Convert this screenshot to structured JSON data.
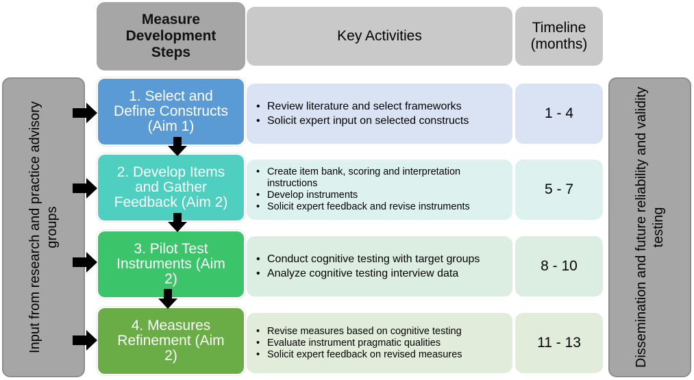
{
  "headers": {
    "steps": "Measure Development Steps",
    "activities": "Key Activities",
    "timeline": "Timeline (months)"
  },
  "left_side_label": "Input from research and practice advisory groups",
  "right_side_label": "Dissemination and future reliability and validity testing",
  "steps": [
    {
      "label": "1. Select and Define Constructs (Aim 1)",
      "color": "#5b9bd5",
      "activities": [
        "Review literature and select frameworks",
        "Solicit expert input on selected constructs"
      ],
      "timeline": "1 - 4",
      "panel_color": "#dae3f3"
    },
    {
      "label": "2. Develop Items and Gather Feedback (Aim 2)",
      "color": "#4fcfc0",
      "activities": [
        "Create item bank, scoring and interpretation instructions",
        "Develop instruments",
        "Solicit expert feedback and revise instruments"
      ],
      "timeline": "5 - 7",
      "panel_color": "#ddf1ef"
    },
    {
      "label": "3. Pilot Test Instruments (Aim 2)",
      "color": "#3cc46a",
      "activities": [
        "Conduct cognitive testing with target groups",
        "Analyze cognitive testing interview data"
      ],
      "timeline": "8 - 10",
      "panel_color": "#dceee2"
    },
    {
      "label": "4. Measures Refinement (Aim 2)",
      "color": "#6aac46",
      "activities": [
        "Revise measures based on cognitive testing",
        "Evaluate instrument pragmatic qualities",
        "Solicit expert feedback on revised measures"
      ],
      "timeline": "11 - 13",
      "panel_color": "#e2ecda"
    }
  ]
}
